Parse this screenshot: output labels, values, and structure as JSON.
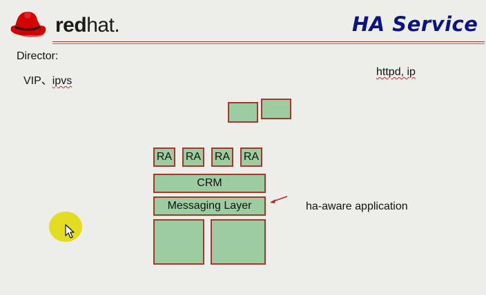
{
  "header": {
    "logo_text_bold": "red",
    "logo_text_light": "hat.",
    "title": "HA Service"
  },
  "left": {
    "director_label": "Director:",
    "vip_text": "VIP、",
    "ipvs_text": "ipvs"
  },
  "right": {
    "resources_text": "httpd, ip",
    "annotation": "ha-aware application"
  },
  "stack": {
    "ra_labels": [
      "RA",
      "RA",
      "RA",
      "RA"
    ],
    "crm_label": "CRM",
    "messaging_label": "Messaging Layer"
  },
  "colors": {
    "box_fill": "#9ccca0",
    "box_border": "#a8342c",
    "title_color": "#0b1580",
    "rule_color": "#b42a2a",
    "cursor_highlight": "#e2d800"
  }
}
